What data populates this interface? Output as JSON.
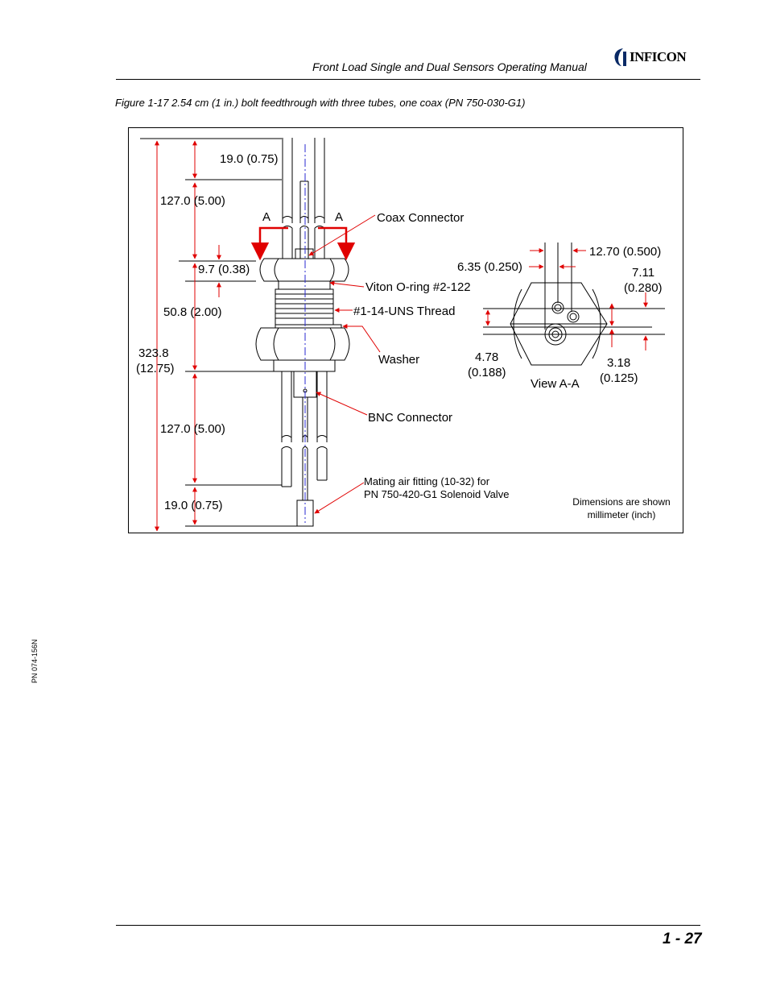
{
  "header": {
    "title": "Front Load Single and Dual Sensors Operating Manual",
    "brand": "INFICON"
  },
  "figure": {
    "caption": "Figure 1-17  2.54 cm (1 in.) bolt feedthrough with three tubes, one coax (PN 750-030-G1)",
    "dimensions": {
      "top_tube": "19.0 (0.75)",
      "upper_length": "127.0 (5.00)",
      "nut_height": "9.7 (0.38)",
      "body_length": "50.8 (2.00)",
      "total_value": "323.8",
      "total_inch": "(12.75)",
      "lower_length": "127.0 (5.00)",
      "bottom_tube": "19.0 (0.75)",
      "spacing_a": "6.35 (0.250)",
      "spacing_b": "12.70 (0.500)",
      "offset_c_value": "7.11",
      "offset_c_inch": "(0.280)",
      "offset_d_value": "4.78",
      "offset_d_inch": "(0.188)",
      "offset_e_value": "3.18",
      "offset_e_inch": "(0.125)"
    },
    "section_marks": [
      "A",
      "A"
    ],
    "labels": {
      "coax_connector": "Coax Connector",
      "oring": "Viton O-ring #2-122",
      "thread": "#1-14-UNS Thread",
      "washer": "Washer",
      "bnc": "BNC Connector",
      "mating_line1": "Mating air fitting (10-32) for",
      "mating_line2": "PN 750-420-G1 Solenoid Valve",
      "view": "View A-A",
      "note_line1": "Dimensions are shown",
      "note_line2": "millimeter (inch)"
    },
    "colors": {
      "dimension": "#e00000",
      "line": "#000000",
      "centerline": "#2a2ad0"
    }
  },
  "footer": {
    "part_number": "PN 074-156N",
    "page": "1 - 27"
  }
}
